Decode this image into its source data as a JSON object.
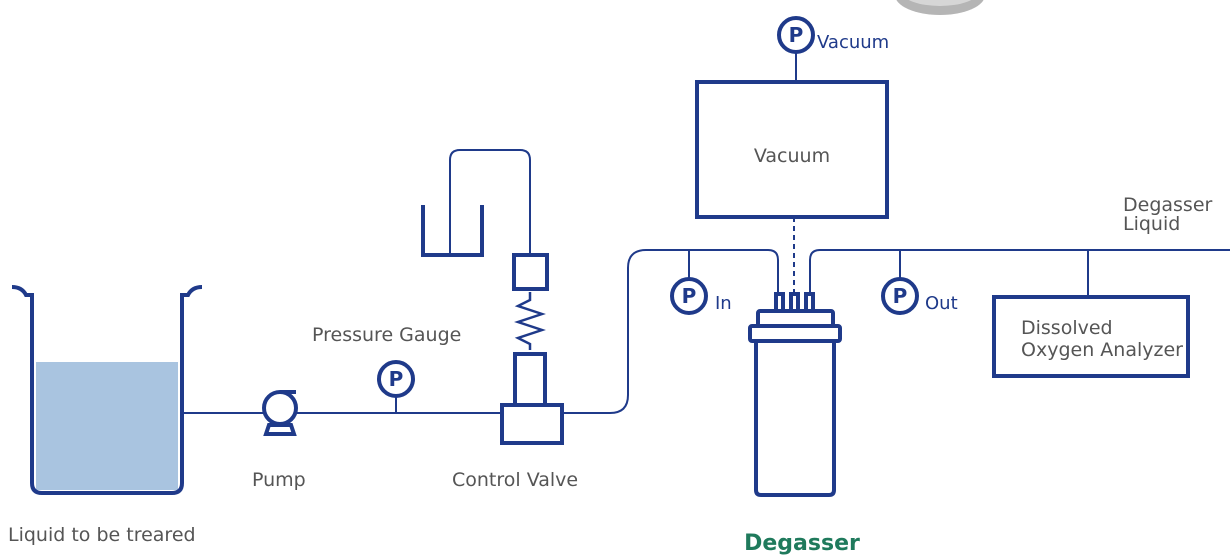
{
  "labels": {
    "liquid_source": "Liquid to be treared",
    "pump": "Pump",
    "pressure_gauge": "Pressure Gauge",
    "control_valve": "Control Valve",
    "vacuum_box": "Vacuum",
    "vacuum_gauge": "Vacuum",
    "inlet_gauge": "In",
    "outlet_gauge": "Out",
    "degassed_line_1": "Degasser",
    "degassed_line_2": "Liquid",
    "analyzer_1": "Dissolved",
    "analyzer_2": "Oxygen Analyzer",
    "degasser": "Degasser",
    "gauge_symbol": "P"
  },
  "colors": {
    "line": "#1f3a8a",
    "liquid": "#a9c4e0",
    "title_accent": "#1f7a5c",
    "text": "#555555"
  }
}
